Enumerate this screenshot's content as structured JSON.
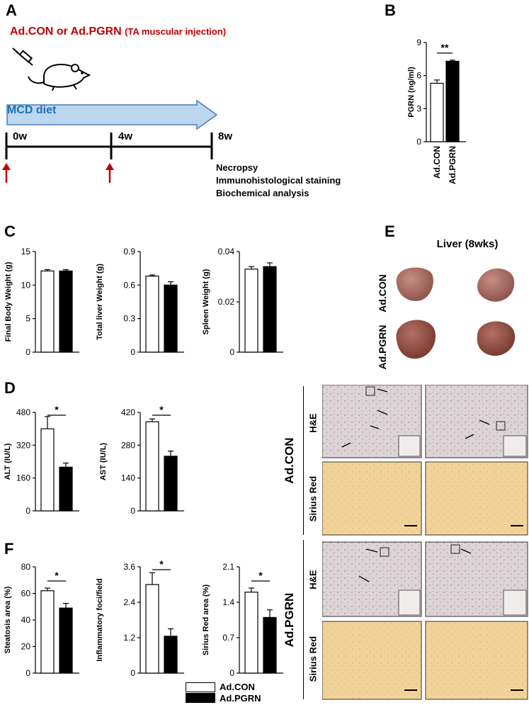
{
  "panel_labels": {
    "a": "A",
    "b": "B",
    "c": "C",
    "d": "D",
    "e": "E",
    "f": "F"
  },
  "panel_a": {
    "title": "Ad.CON or Ad.PGRN",
    "title_sub": "(TA muscular injection)",
    "diet_label": "MCD diet",
    "time_labels": [
      "0w",
      "4w",
      "8w"
    ],
    "outcomes": [
      "Necropsy",
      "Immunohistological staining",
      "Biochemical analysis"
    ],
    "colors": {
      "title": "#c00000",
      "diet_bar": "#bdd7ee",
      "diet_text": "#1f6fb5",
      "arrow": "#c00000"
    }
  },
  "panel_e": {
    "title": "Liver (8wks)",
    "groups": [
      "Ad.CON",
      "Ad.PGRN"
    ],
    "stains": [
      "H&E",
      "Sirius Red"
    ]
  },
  "legend": {
    "items": [
      {
        "label": "Ad.CON",
        "fill": "#ffffff"
      },
      {
        "label": "Ad.PGRN",
        "fill": "#000000"
      }
    ]
  },
  "chart_data": [
    {
      "id": "B",
      "type": "bar",
      "categories": [
        "Ad.CON",
        "Ad.PGRN"
      ],
      "values": [
        5.3,
        7.3
      ],
      "errors": [
        0.3,
        0.1
      ],
      "ylabel": "PGRN (ng/ml)",
      "ylim": [
        0,
        9
      ],
      "yticks": [
        "0",
        "3",
        "6",
        "9"
      ],
      "sig": "**"
    },
    {
      "id": "C1",
      "type": "bar",
      "categories": [
        "Ad.CON",
        "Ad.PGRN"
      ],
      "values": [
        12.1,
        12.1
      ],
      "errors": [
        0.2,
        0.2
      ],
      "ylabel": "Final Body Weight (g)",
      "ylim": [
        0,
        15
      ],
      "yticks": [
        "0",
        "5",
        "10",
        "15"
      ],
      "sig": ""
    },
    {
      "id": "C2",
      "type": "bar",
      "categories": [
        "Ad.CON",
        "Ad.PGRN"
      ],
      "values": [
        0.68,
        0.6
      ],
      "errors": [
        0.01,
        0.03
      ],
      "ylabel": "Total liver Weight (g)",
      "ylim": [
        0,
        0.9
      ],
      "yticks": [
        "0",
        "0.3",
        "0.6",
        "0.9"
      ],
      "sig": ""
    },
    {
      "id": "C3",
      "type": "bar",
      "categories": [
        "Ad.CON",
        "Ad.PGRN"
      ],
      "values": [
        0.033,
        0.034
      ],
      "errors": [
        0.001,
        0.0015
      ],
      "ylabel": "Spleen Weight (g)",
      "ylim": [
        0,
        0.04
      ],
      "yticks": [
        "0",
        "0.02",
        "0.04"
      ],
      "sig": ""
    },
    {
      "id": "D1",
      "type": "bar",
      "categories": [
        "Ad.CON",
        "Ad.PGRN"
      ],
      "values": [
        400,
        213
      ],
      "errors": [
        60,
        20
      ],
      "ylabel": "ALT (IU/L)",
      "ylim": [
        0,
        480
      ],
      "yticks": [
        "0",
        "160",
        "320",
        "480"
      ],
      "sig": "*"
    },
    {
      "id": "D2",
      "type": "bar",
      "categories": [
        "Ad.CON",
        "Ad.PGRN"
      ],
      "values": [
        380,
        233
      ],
      "errors": [
        12,
        22
      ],
      "ylabel": "AST (IU/L)",
      "ylim": [
        0,
        420
      ],
      "yticks": [
        "0",
        "140",
        "280",
        "420"
      ],
      "sig": "*"
    },
    {
      "id": "F1",
      "type": "bar",
      "categories": [
        "Ad.CON",
        "Ad.PGRN"
      ],
      "values": [
        62,
        49
      ],
      "errors": [
        2,
        3.5
      ],
      "ylabel": "Steatosis area (%)",
      "ylim": [
        0,
        80
      ],
      "yticks": [
        "0",
        "20",
        "40",
        "60",
        "80"
      ],
      "sig": "*"
    },
    {
      "id": "F2",
      "type": "bar",
      "categories": [
        "Ad.CON",
        "Ad.PGRN"
      ],
      "values": [
        3.0,
        1.25
      ],
      "errors": [
        0.4,
        0.25
      ],
      "ylabel": "Inflammatory foci/field",
      "ylim": [
        0,
        3.6
      ],
      "yticks": [
        "0",
        "1.2",
        "2.4",
        "3.6"
      ],
      "sig": "*"
    },
    {
      "id": "F3",
      "type": "bar",
      "categories": [
        "Ad.CON",
        "Ad.PGRN"
      ],
      "values": [
        1.6,
        1.1
      ],
      "errors": [
        0.08,
        0.15
      ],
      "ylabel": "Sirius Red area (%)",
      "ylim": [
        0,
        2.1
      ],
      "yticks": [
        "0",
        "0.7",
        "1.4",
        "2.1"
      ],
      "sig": "*"
    }
  ]
}
